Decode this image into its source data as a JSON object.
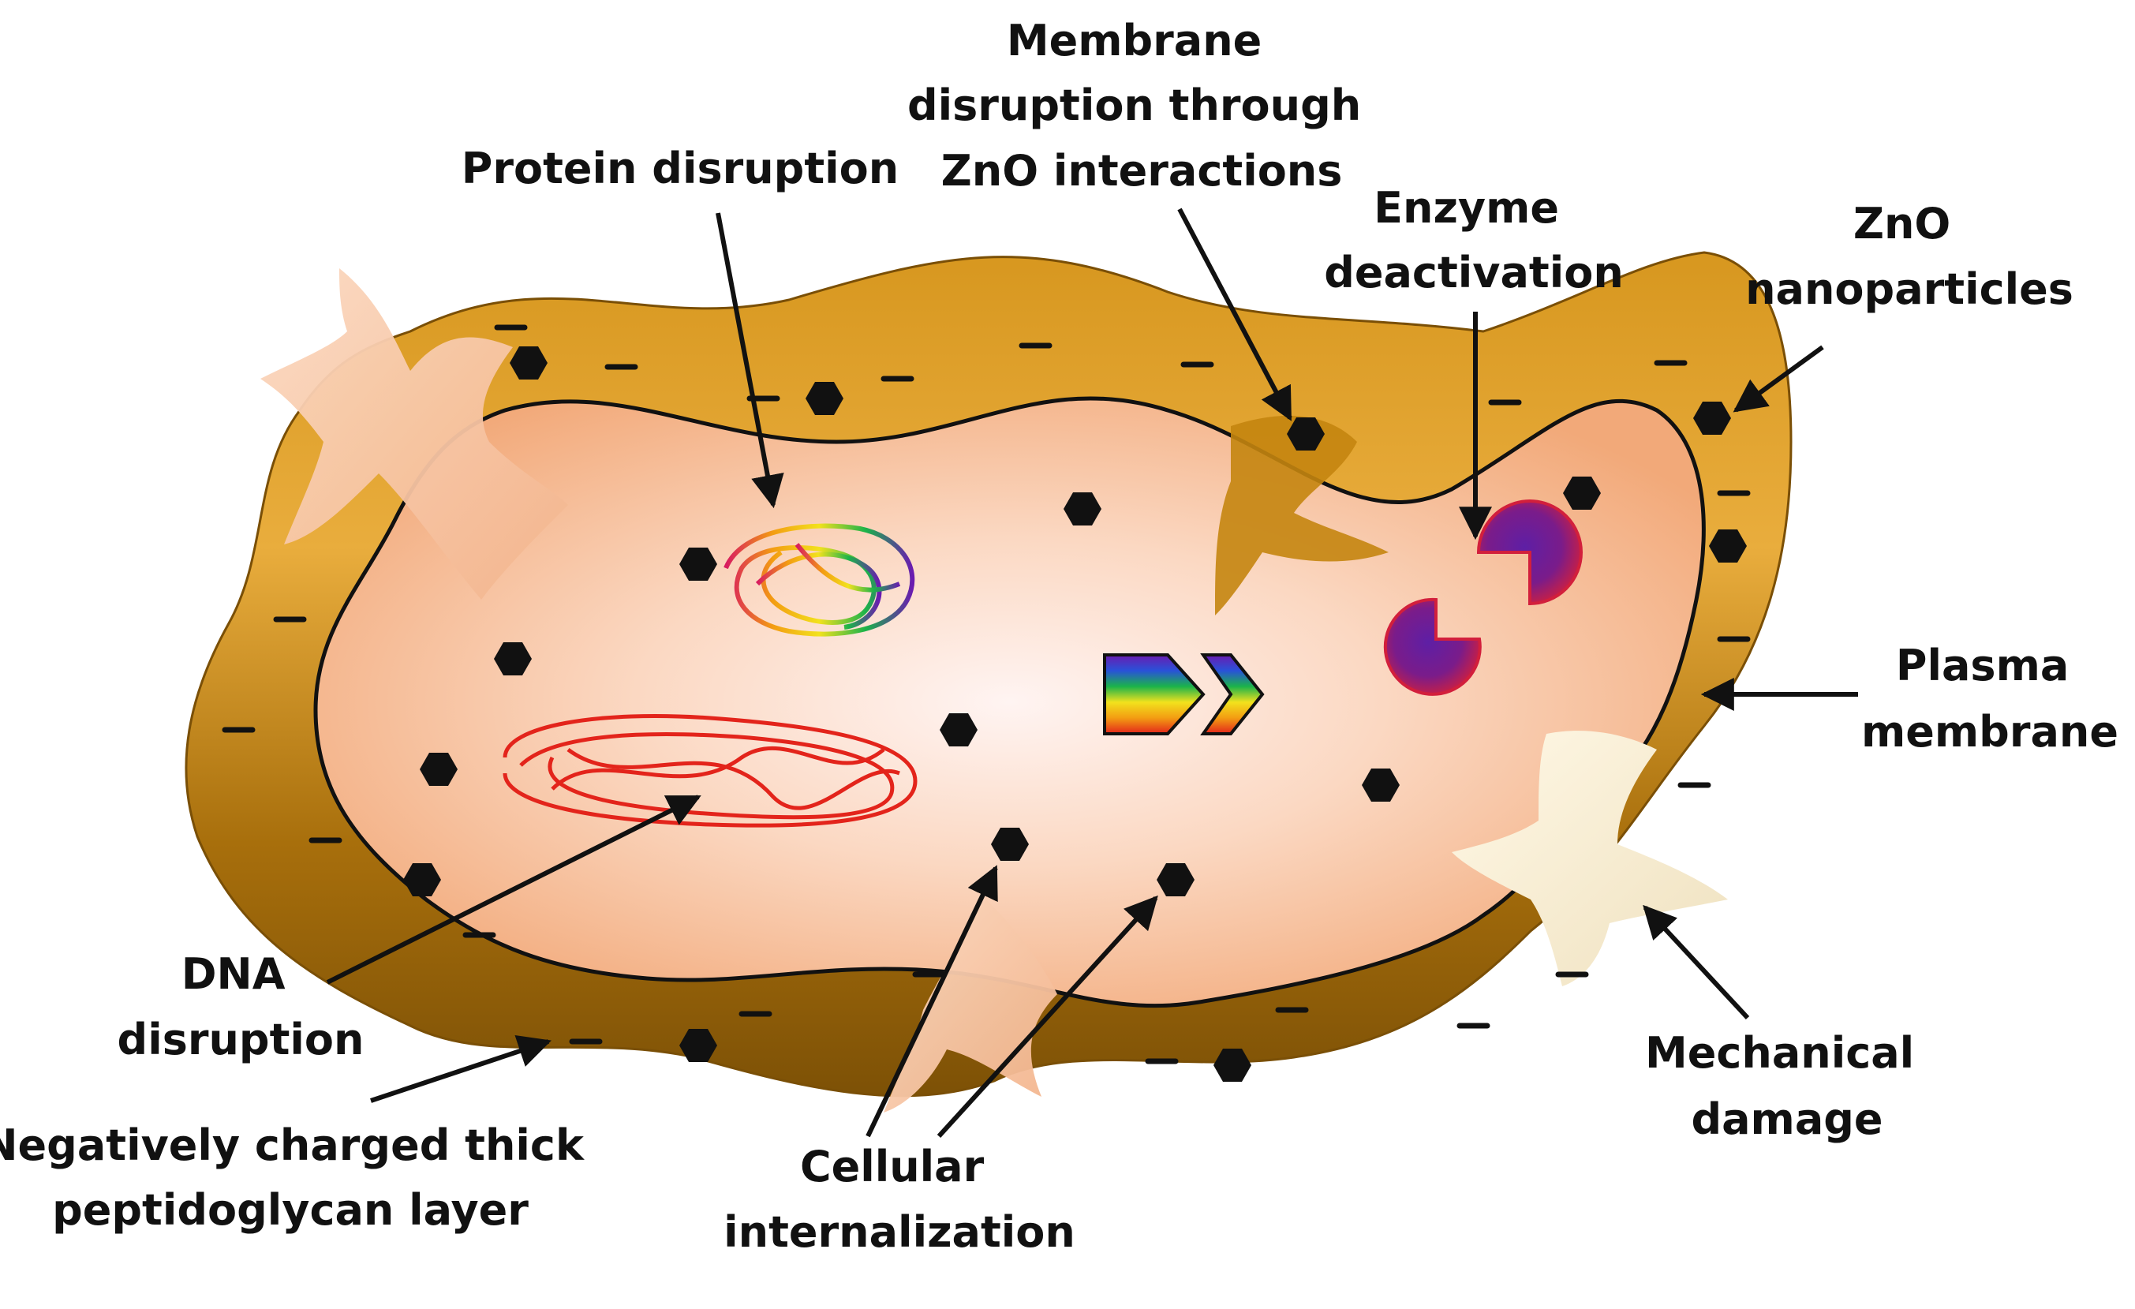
{
  "labels": {
    "protein_disruption": [
      "Protein disruption"
    ],
    "membrane_disruption": [
      "Membrane",
      "disruption through",
      "ZnO interactions"
    ],
    "enzyme_deactivation": [
      "Enzyme",
      "deactivation"
    ],
    "zno_nanoparticles": [
      "ZnO",
      "nanoparticles"
    ],
    "plasma_membrane": [
      "Plasma",
      "membrane"
    ],
    "mechanical_damage": [
      "Mechanical",
      "damage"
    ],
    "cellular_internalization": [
      "Cellular",
      "internalization"
    ],
    "dna_disruption": [
      "DNA",
      "disruption"
    ],
    "peptidoglycan_layer": [
      "Negatively charged thick",
      "peptidoglycan layer"
    ]
  },
  "colors": {
    "outer_layer": "#b8860b",
    "outer_layer_light": "#e8a93a",
    "cytoplasm": "#f6c7a4",
    "cytoplasm_center": "#fff1ec",
    "nanoparticle": "#111111",
    "dna": "#e3241b",
    "enzyme": "#6a1b9a",
    "enzyme_rim": "#d21f3c"
  }
}
